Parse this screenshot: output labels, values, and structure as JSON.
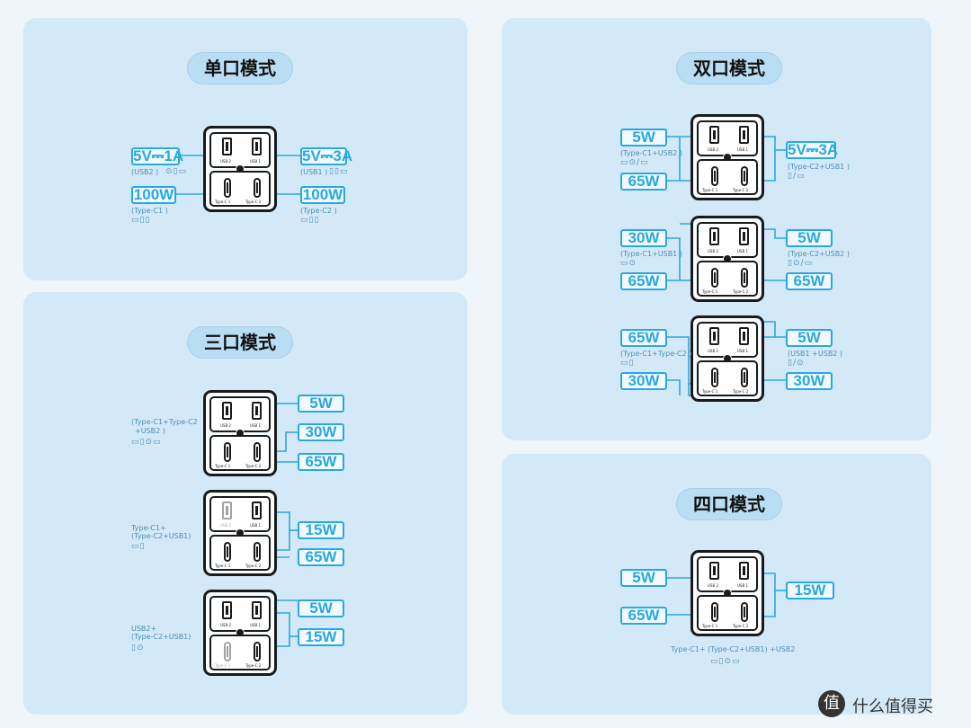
{
  "colors": {
    "panel": "#d4e9f7",
    "pill": "#b9ddf3",
    "accent": "#29a8e0",
    "line": "#29a8e0",
    "note": "#4a8fb8"
  },
  "ports": {
    "usb2": "USB 2",
    "usb1": "USB 1",
    "c1": "Type-C 1",
    "c2": "Type-C 2"
  },
  "sections": {
    "single": {
      "title": "单口模式",
      "values": [
        "5V⎓1A",
        "5V⎓3A",
        "100W",
        "100W"
      ],
      "notes": [
        "(USB2 )",
        "(USB1 )",
        "(Type-C1 )",
        "(Type-C2 )"
      ]
    },
    "dual": {
      "title": "双口模式",
      "d1": {
        "values": [
          "5W",
          "65W",
          "5V⎓3A"
        ],
        "notes": [
          "(Type-C1+USB2 )",
          "(Type-C2+USB1 )"
        ]
      },
      "d2": {
        "values": [
          "30W",
          "65W",
          "5W",
          "65W"
        ],
        "notes": [
          "(Type-C1+USB1 )",
          "(Type-C2+USB2 )"
        ]
      },
      "d3": {
        "values": [
          "65W",
          "30W",
          "5W",
          "30W"
        ],
        "notes": [
          "(Type-C1+Type-C2 )",
          "(USB1 +USB2 )"
        ]
      }
    },
    "triple": {
      "title": "三口模式",
      "t1": {
        "values": [
          "5W",
          "30W",
          "65W"
        ],
        "notes": [
          "(Type-C1+Type-C2",
          "+USB2 )"
        ]
      },
      "t2": {
        "values": [
          "15W",
          "65W"
        ],
        "notes": [
          "Type-C1+",
          "(Type-C2+USB1)"
        ]
      },
      "t3": {
        "values": [
          "5W",
          "15W"
        ],
        "notes": [
          "USB2+",
          "(Type-C2+USB1)"
        ]
      }
    },
    "quad": {
      "title": "四口模式",
      "values": [
        "5W",
        "65W",
        "15W"
      ],
      "note": "Type-C1+  (Type-C2+USB1)  +USB2"
    }
  },
  "icons": {
    "laptop": "laptop-icon",
    "tablet": "tablet-icon",
    "phone": "phone-icon",
    "earbuds": "earbuds-icon"
  },
  "watermark": {
    "icon": "值",
    "text": "什么值得买"
  }
}
